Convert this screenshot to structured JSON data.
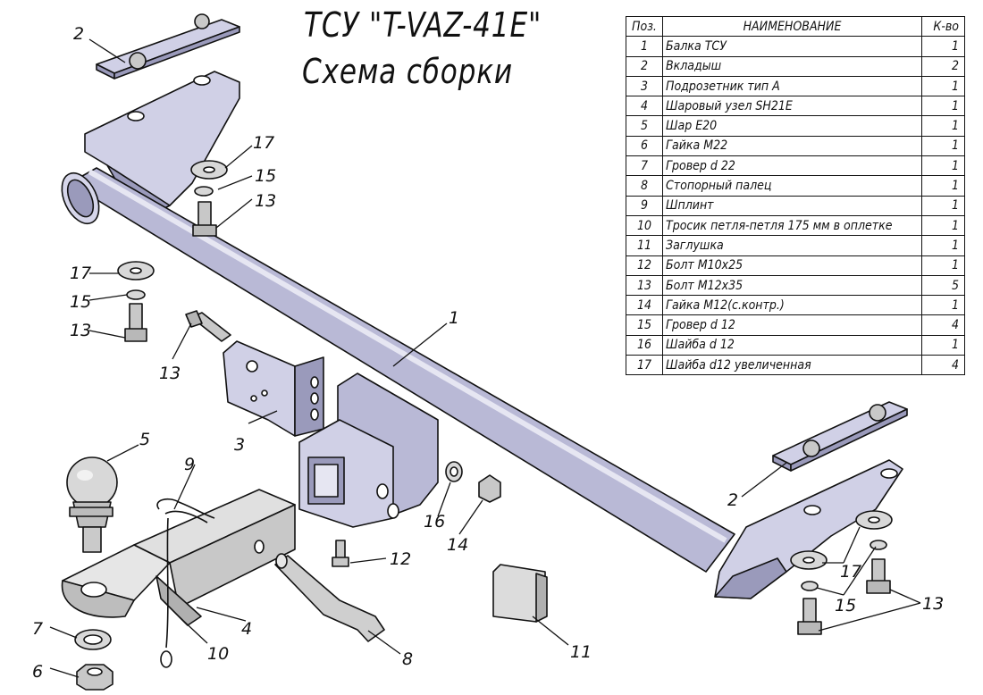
{
  "title": {
    "line1": "ТСУ \"T-VAZ-41E\"",
    "line2": "Схема сборки"
  },
  "table": {
    "headers": {
      "pos": "Поз.",
      "name": "НАИМЕНОВАНИЕ",
      "qty": "К-во"
    },
    "rows": [
      {
        "pos": "1",
        "name": "Балка ТСУ",
        "qty": "1"
      },
      {
        "pos": "2",
        "name": "Вкладыш",
        "qty": "2"
      },
      {
        "pos": "3",
        "name": "Подрозетник тип А",
        "qty": "1"
      },
      {
        "pos": "4",
        "name": "Шаровый узел SH21E",
        "qty": "1"
      },
      {
        "pos": "5",
        "name": "Шар Е20",
        "qty": "1"
      },
      {
        "pos": "6",
        "name": "Гайка М22",
        "qty": "1"
      },
      {
        "pos": "7",
        "name": "Гровер d 22",
        "qty": "1"
      },
      {
        "pos": "8",
        "name": "Стопорный палец",
        "qty": "1"
      },
      {
        "pos": "9",
        "name": "Шплинт",
        "qty": "1"
      },
      {
        "pos": "10",
        "name": "Тросик петля-петля 175 мм в оплетке",
        "qty": "1"
      },
      {
        "pos": "11",
        "name": "Заглушка",
        "qty": "1"
      },
      {
        "pos": "12",
        "name": "Болт М10х25",
        "qty": "1"
      },
      {
        "pos": "13",
        "name": "Болт М12х35",
        "qty": "5"
      },
      {
        "pos": "14",
        "name": "Гайка М12(с.контр.)",
        "qty": "1"
      },
      {
        "pos": "15",
        "name": "Гровер d 12",
        "qty": "4"
      },
      {
        "pos": "16",
        "name": "Шайба d 12",
        "qty": "1"
      },
      {
        "pos": "17",
        "name": "Шайба d12 увеличенная",
        "qty": "4"
      }
    ]
  },
  "callouts": {
    "c1": "1",
    "c2a": "2",
    "c2b": "2",
    "c3": "3",
    "c4": "4",
    "c5": "5",
    "c6": "6",
    "c7": "7",
    "c8": "8",
    "c9": "9",
    "c10": "10",
    "c11": "11",
    "c12": "12",
    "c13a": "13",
    "c13b": "13",
    "c13c": "13",
    "c13d": "13",
    "c14": "14",
    "c15a": "15",
    "c15b": "15",
    "c15c": "15",
    "c16": "16",
    "c17a": "17",
    "c17b": "17",
    "c17c": "17"
  },
  "colors": {
    "part_fill": "#b9b9d6",
    "part_light": "#d6d6ea",
    "part_dark": "#8c8cad",
    "steel": "#c8c8c8",
    "outline": "#111111"
  }
}
